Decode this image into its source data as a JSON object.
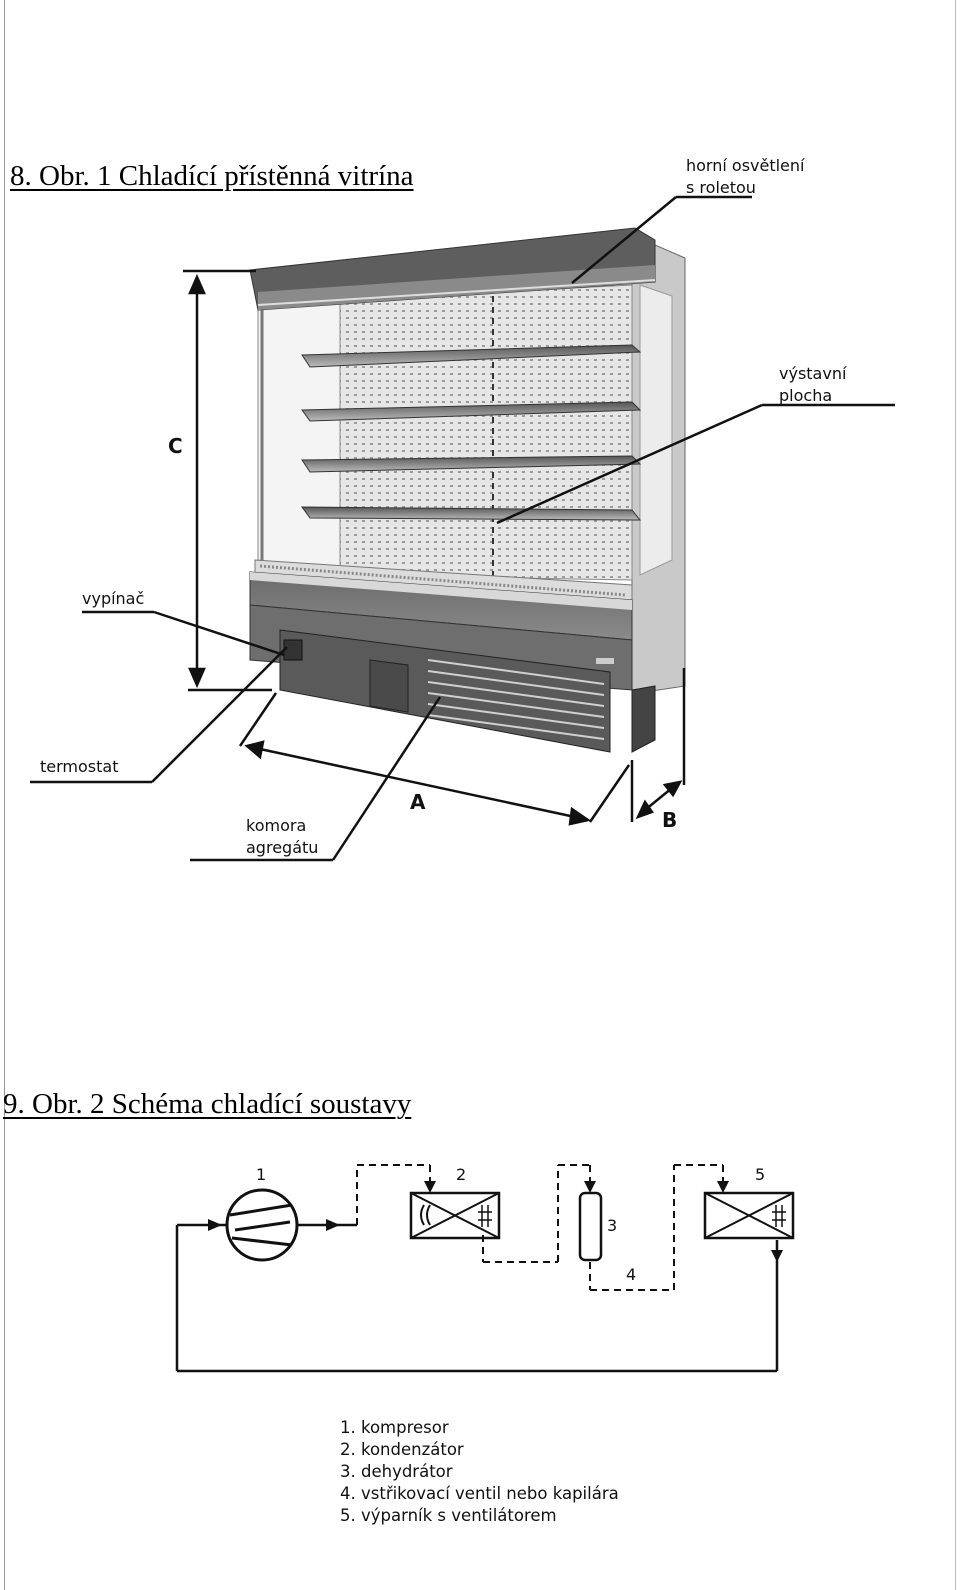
{
  "figure1": {
    "heading": "8. Obr. 1 Chladící přístěnná vitrína",
    "labels": {
      "top_light_line1": "horní osvětlení",
      "top_light_line2": "s roletou",
      "display_line1": "výstavní",
      "display_line2": "plocha",
      "switch": "vypínač",
      "thermostat": "termostat",
      "chamber_line1": "komora",
      "chamber_line2": "agregátu"
    },
    "dimensions": {
      "a": "A",
      "b": "B",
      "c": "C"
    }
  },
  "figure2": {
    "heading": "9. Obr. 2 Schéma chladící  soustavy",
    "component_numbers": [
      "1",
      "2",
      "3",
      "4",
      "5"
    ],
    "legend": [
      "1. kompresor",
      "2. kondenzátor",
      "3. dehydrátor",
      "4. vstřikovací ventil nebo kapilára",
      "5. výparník s ventilátorem"
    ]
  }
}
